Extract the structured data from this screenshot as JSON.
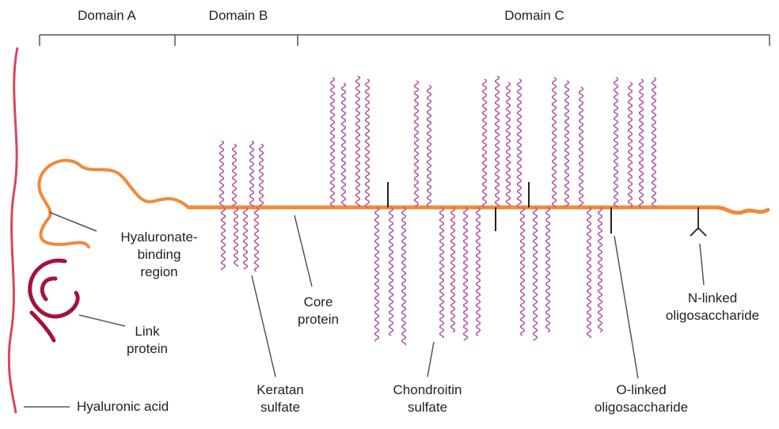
{
  "domains": [
    {
      "label": "Domain A"
    },
    {
      "label": "Domain B"
    },
    {
      "label": "Domain C"
    }
  ],
  "labels": {
    "hyaluronate_region": [
      "Hyaluronate-",
      "binding",
      "region"
    ],
    "link_protein": [
      "Link",
      "protein"
    ],
    "hyaluronic_acid": "Hyaluronic acid",
    "keratan_sulfate": [
      "Keratan",
      "sulfate"
    ],
    "core_protein": [
      "Core",
      "protein"
    ],
    "chondroitin_sulfate": [
      "Chondroitin",
      "sulfate"
    ],
    "o_linked": [
      "O-linked",
      "oligosaccharide"
    ],
    "n_linked": [
      "N-linked",
      "oligosaccharide"
    ]
  },
  "colors": {
    "core_protein": "#f08a3a",
    "hyaluronic_acid": "#d9455f",
    "link_protein": "#a3133a",
    "glycosaminoglycan": "#b55aa0",
    "bracket": "#555555",
    "leader": "#555555"
  }
}
